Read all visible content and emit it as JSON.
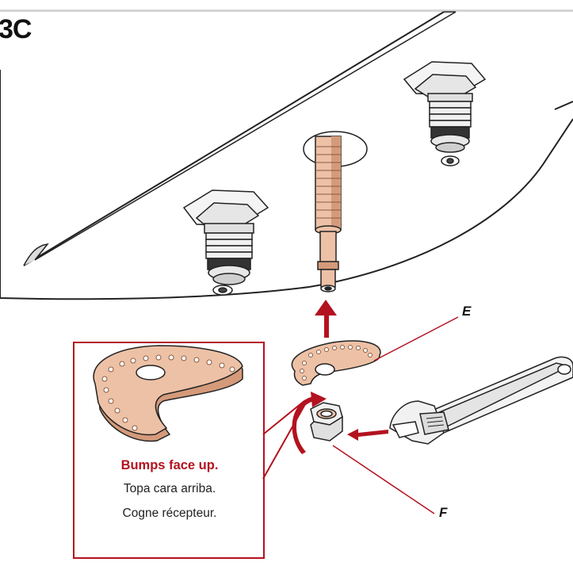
{
  "step_label": "3C",
  "callouts": {
    "e": "E",
    "f": "F"
  },
  "inset": {
    "line_en": "Bumps face up.",
    "line_es": "Topa cara arriba.",
    "line_fr": "Cogne récepteur."
  },
  "colors": {
    "accent_red": "#b3121f",
    "copper_fill": "#edc1a6",
    "copper_dark": "#d49a7a",
    "outline": "#222222"
  }
}
